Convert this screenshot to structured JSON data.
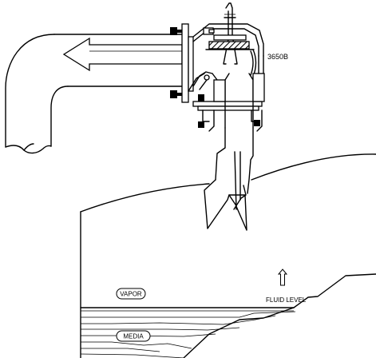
{
  "labels": {
    "part_number": "3650B",
    "vapor": "VAPOR",
    "fluid_level": "FLUID LEVEL",
    "media": "MEDIA"
  },
  "icons": {
    "fluid_level_arrow": "up-arrow-icon",
    "flow_arrow": "left-arrow-icon"
  }
}
